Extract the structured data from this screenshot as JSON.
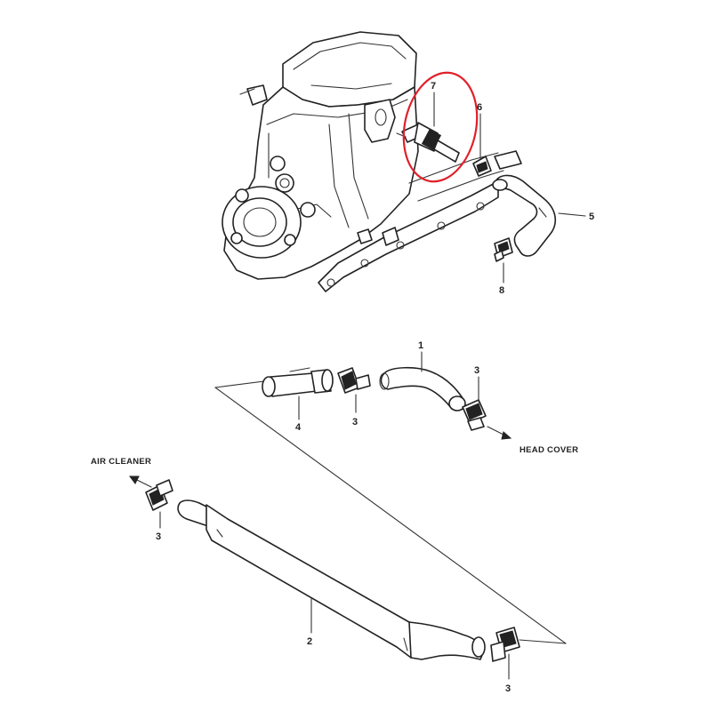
{
  "parts": {
    "p1": "1",
    "p2": "2",
    "p3a": "3",
    "p3b": "3",
    "p3c": "3",
    "p3d": "3",
    "p4": "4",
    "p5": "5",
    "p6": "6",
    "p7": "7",
    "p8": "8"
  },
  "destinations": {
    "air_cleaner": "AIR CLEANER",
    "head_cover": "HEAD COVER"
  },
  "highlight": {
    "color": "#e0202a",
    "part": "7"
  }
}
